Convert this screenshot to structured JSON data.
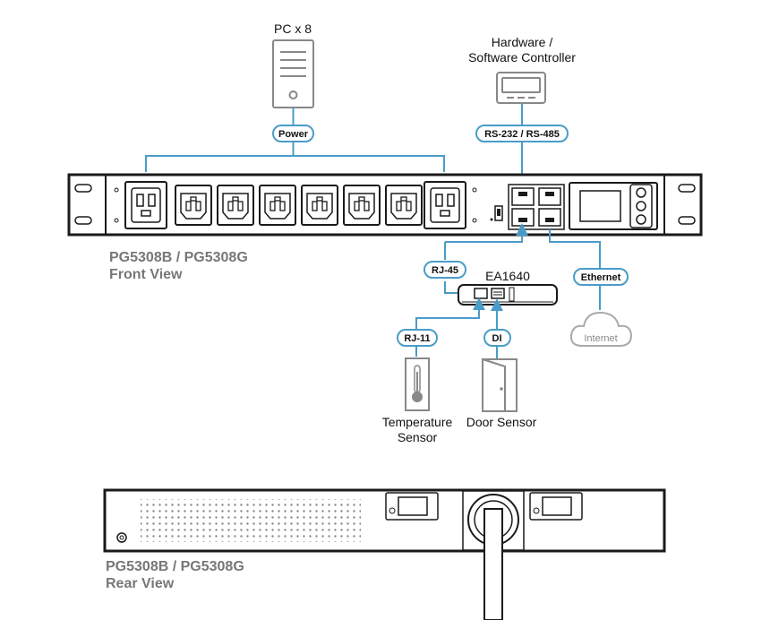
{
  "labels": {
    "pc": "PC x 8",
    "controller_line1": "Hardware /",
    "controller_line2": "Software Controller",
    "front_model": "PG5308B / PG5308G",
    "front_view": "Front View",
    "ea": "EA1640",
    "internet": "Internet",
    "temp_line1": "Temperature",
    "temp_line2": "Sensor",
    "door": "Door Sensor",
    "rear_model": "PG5308B / PG5308G",
    "rear_view": "Rear View"
  },
  "pills": {
    "power": "Power",
    "rs": "RS-232 / RS-485",
    "rj45": "RJ-45",
    "ethernet": "Ethernet",
    "rj11": "RJ-11",
    "di": "DI"
  },
  "colors": {
    "line": "#4a9cc8",
    "device": "#1a1a1a",
    "icon_grey": "#888888"
  }
}
